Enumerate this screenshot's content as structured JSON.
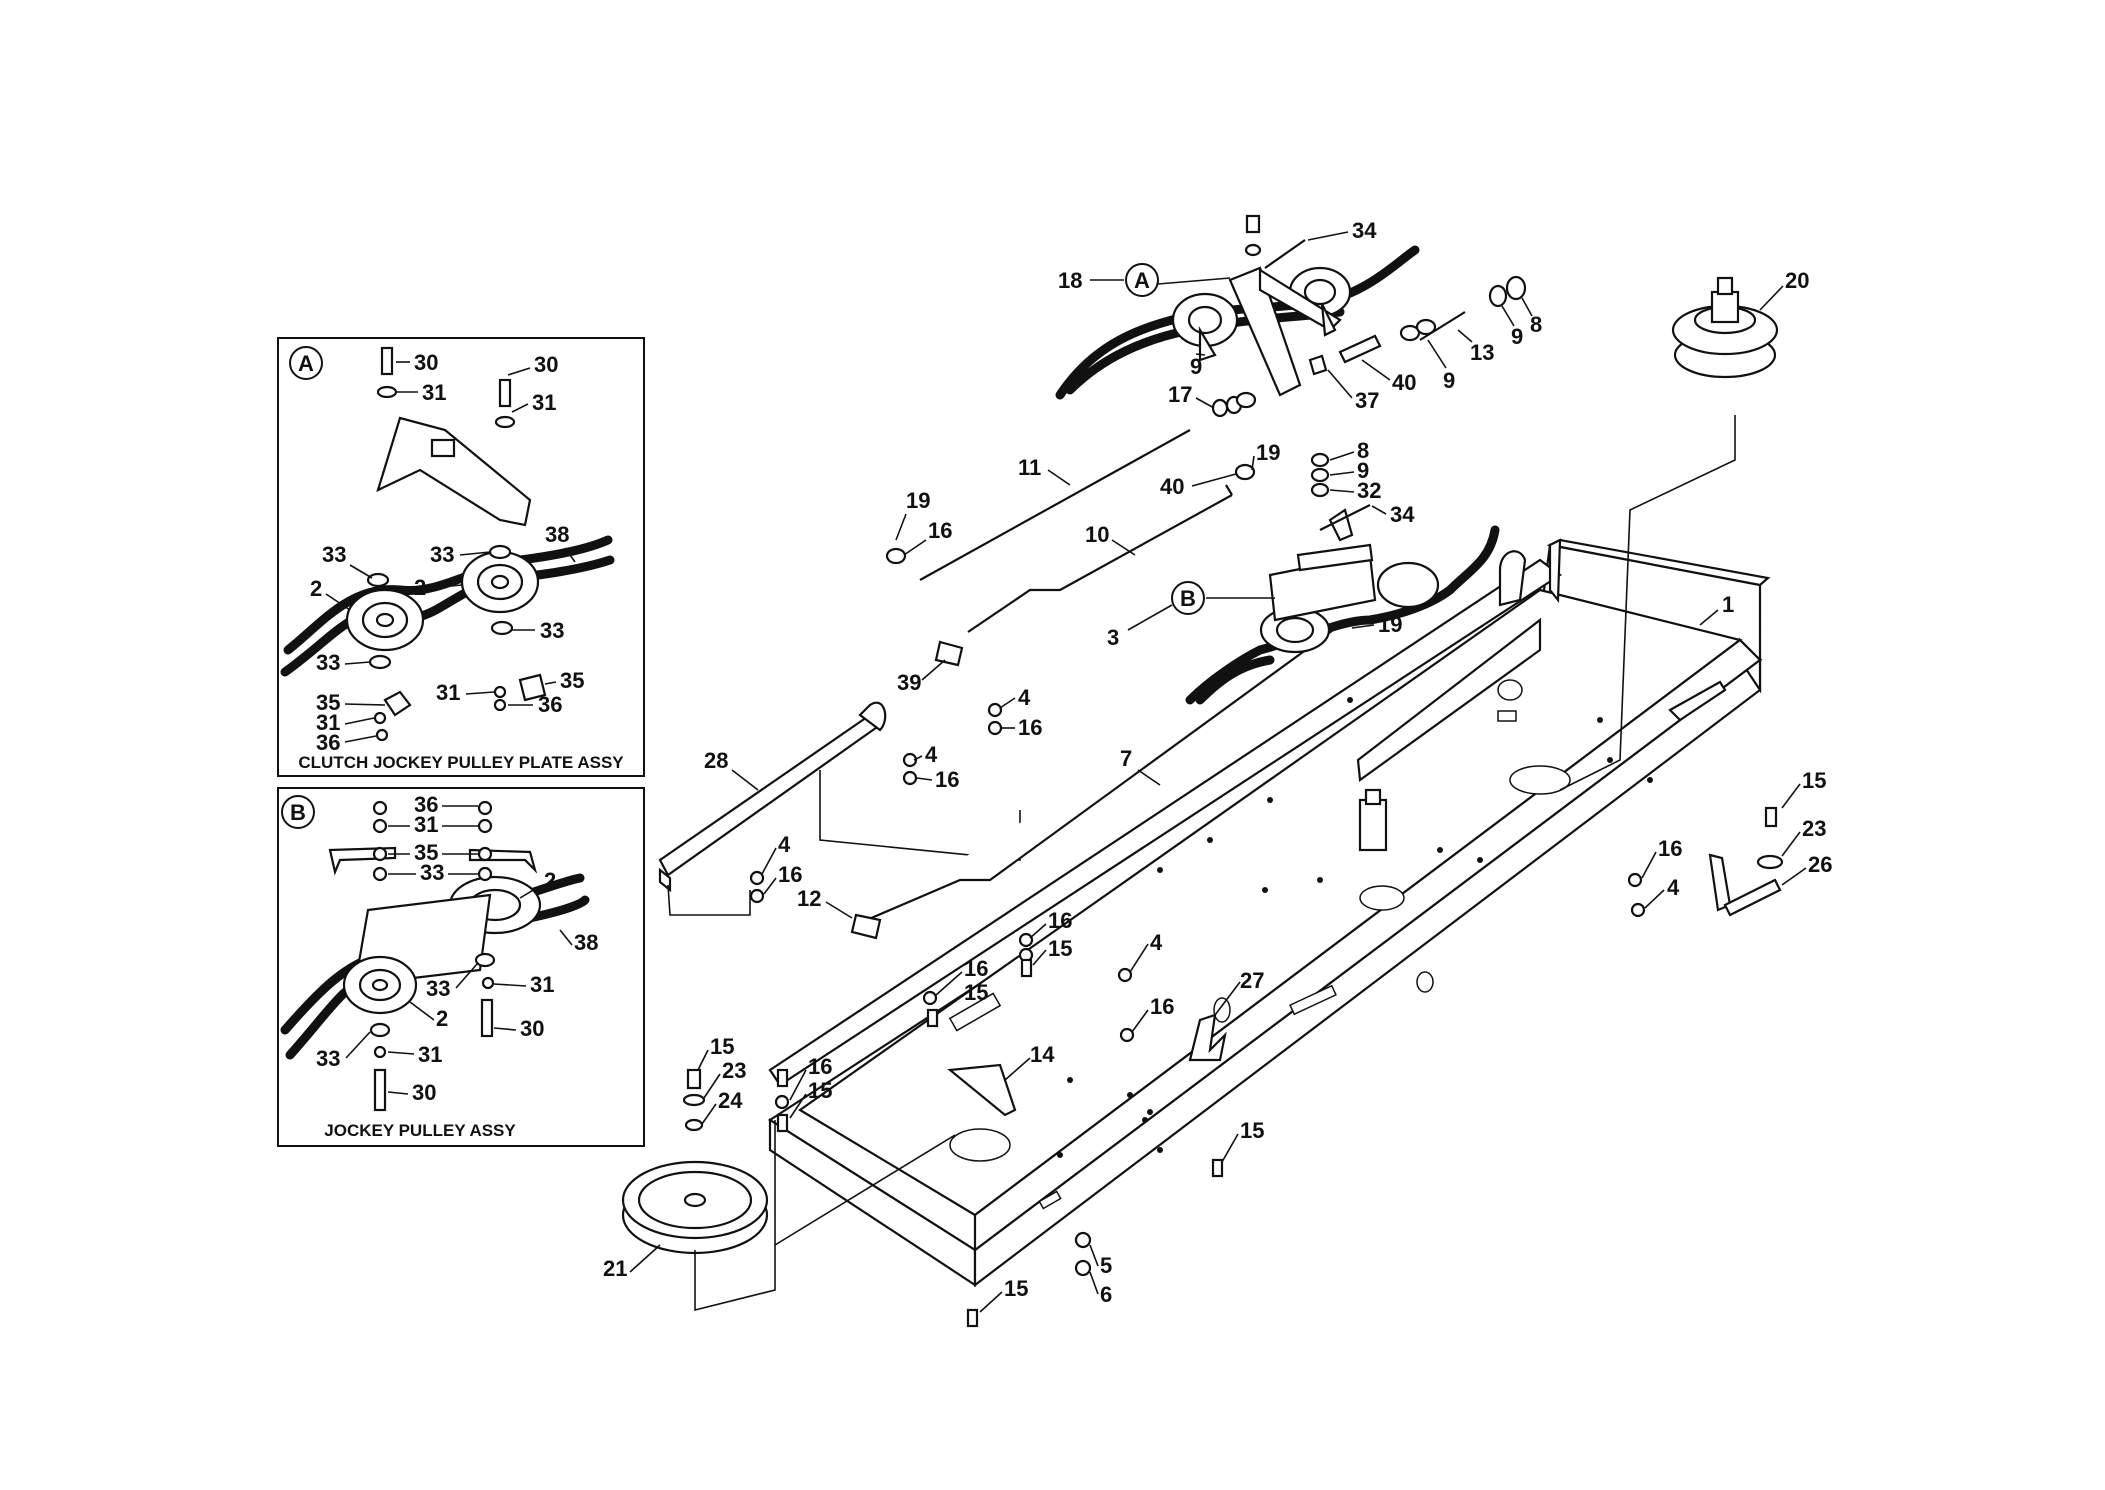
{
  "callout_a_letter": "A",
  "callout_b_letter": "B",
  "inset_a_caption": "CLUTCH JOCKEY PULLEY PLATE ASSY",
  "inset_b_caption": "JOCKEY PULLEY ASSY",
  "labels": {
    "l1": "1",
    "l2": "2",
    "l3": "3",
    "l4": "4",
    "l5": "5",
    "l6": "6",
    "l7": "7",
    "l8": "8",
    "l9": "9",
    "l10": "10",
    "l11": "11",
    "l12": "12",
    "l13": "13",
    "l14": "14",
    "l15": "15",
    "l16": "16",
    "l17": "17",
    "l18": "18",
    "l19": "19",
    "l20": "20",
    "l21": "21",
    "l23": "23",
    "l24": "24",
    "l26": "26",
    "l27": "27",
    "l28": "28",
    "l30": "30",
    "l31": "31",
    "l32": "32",
    "l33": "33",
    "l34": "34",
    "l35": "35",
    "l36": "36",
    "l37": "37",
    "l38": "38",
    "l39": "39",
    "l40": "40"
  }
}
